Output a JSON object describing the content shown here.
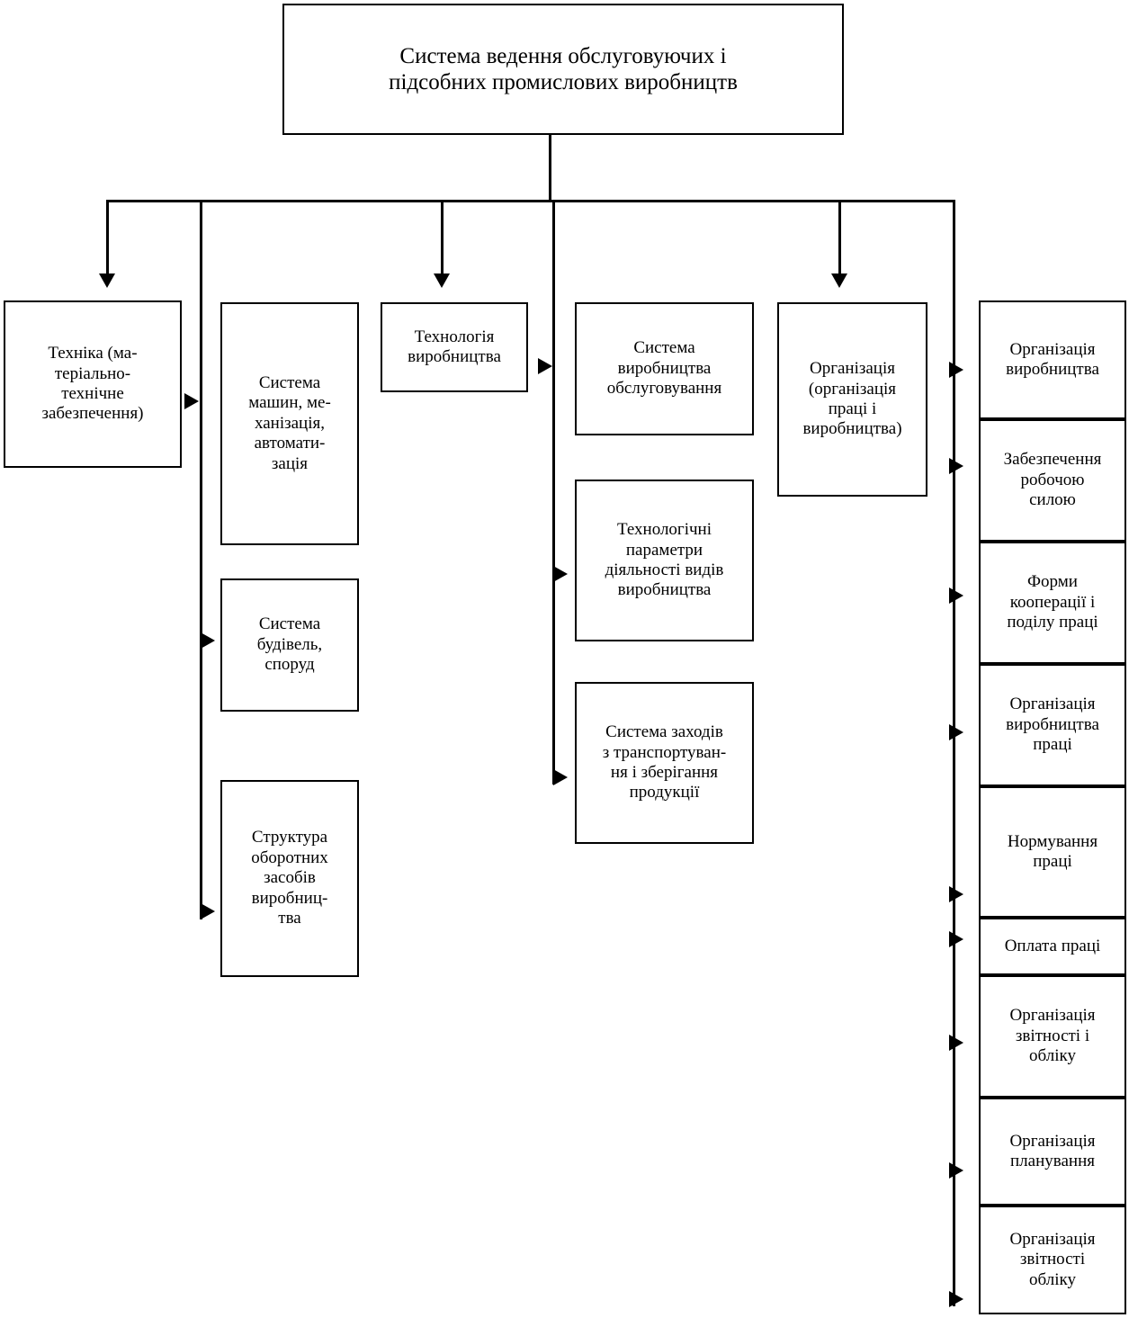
{
  "diagram": {
    "title": "Система ведення обслуговуючих і підсобних промислових виробництв",
    "root": {
      "label": "Система ведення обслуговуючих і\nпідсобних промислових виробництв"
    },
    "branches": [
      {
        "id": "tehnika",
        "label": "Техніка (ма-\nтеріально-\nтехнічне\nзабезпечення)",
        "children": []
      },
      {
        "id": "systema-mashyn",
        "label": "Система\nмашин, ме-\nханізація,\nавтомати-\nзація",
        "children": [
          {
            "id": "systema-budivel",
            "label": "Система\nбудівель,\nспоруд"
          },
          {
            "id": "struktura-oborotnyh",
            "label": "Структура\nоборотних\nзасобів\nвиробниц-\nтва"
          }
        ]
      },
      {
        "id": "tehnologiya",
        "label": "Технологія\nвиробництва",
        "children": []
      },
      {
        "id": "systema-obslugovuvannya",
        "label": "Система\nвиробництва\nобслуговування",
        "children": [
          {
            "id": "tehnologichni-parametry",
            "label": "Технологічні\nпараметри\nдіяльності видів\nвиробництва"
          },
          {
            "id": "systema-zahodiv",
            "label": "Система заходів\nз транспортуван-\nня і зберігання\nпродукції"
          }
        ]
      },
      {
        "id": "organizaciya",
        "label": "Організація\n(організація\nпраці і\nвиробництва)",
        "children": []
      }
    ],
    "right_column": [
      {
        "id": "org-vyrobnyctva",
        "label": "Організація\nвиробництва"
      },
      {
        "id": "zabezpechennya-robochoyu-syloyu",
        "label": "Забезпечення\nробочою\nсилою"
      },
      {
        "id": "formy-kooperaciyi",
        "label": "Форми\nкооперації і\nподілу праці"
      },
      {
        "id": "org-vyrobnyctva-praci",
        "label": "Організація\nвиробництва\nпраці"
      },
      {
        "id": "normuvannya-praci",
        "label": "Нормування\nпраці"
      },
      {
        "id": "oplata-praci",
        "label": "Оплата праці"
      },
      {
        "id": "org-zvitnosti-i-obliku",
        "label": "Організація\nзвітності і\nобліку"
      },
      {
        "id": "org-planuvannya",
        "label": "Організація\nпланування"
      },
      {
        "id": "org-zvitnosti-obliku",
        "label": "Організація\nзвітності\nобліку"
      }
    ],
    "colors": {
      "line": "#000000",
      "box_border": "#000000",
      "background": "#ffffff",
      "text": "#000000"
    }
  }
}
